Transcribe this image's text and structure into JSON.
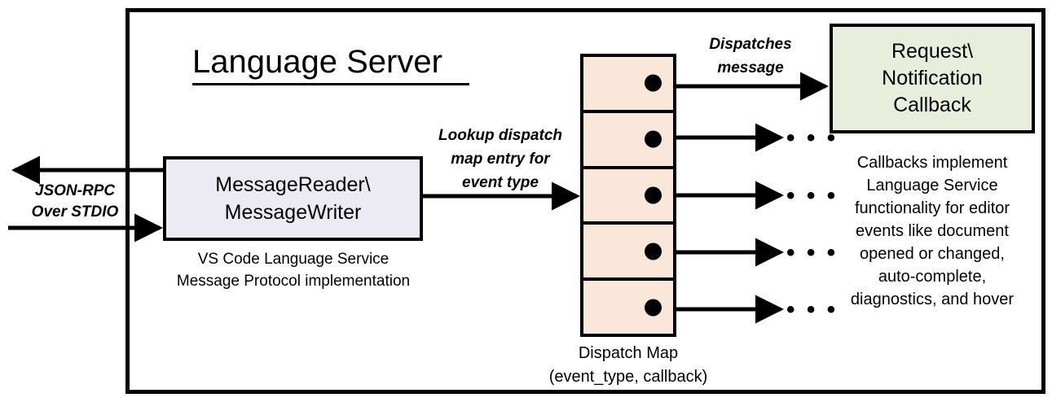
{
  "diagram": {
    "title": "Language Server",
    "outer_frame_name": "language-server-boundary"
  },
  "message_box": {
    "line1": "MessageReader\\",
    "line2": "MessageWriter",
    "caption_line1": "VS Code Language Service",
    "caption_line2": "Message Protocol implementation",
    "fill_color": "#ECEAF3"
  },
  "transport": {
    "label_line1": "JSON-RPC",
    "label_line2": "Over STDIO",
    "outbound_arrow": "arrow-out-to-client",
    "inbound_arrow": "arrow-in-from-client"
  },
  "lookup": {
    "label_line1": "Lookup dispatch",
    "label_line2": "map entry for",
    "label_line3": "event type"
  },
  "dispatch_map": {
    "caption_line1": "Dispatch Map",
    "caption_line2": "(event_type, callback)",
    "fill_color": "#FBE7DA",
    "rows": [
      {
        "index": 1,
        "dot": "callback-dot"
      },
      {
        "index": 2,
        "dot": "callback-dot"
      },
      {
        "index": 3,
        "dot": "callback-dot"
      },
      {
        "index": 4,
        "dot": "callback-dot"
      },
      {
        "index": 5,
        "dot": "callback-dot"
      }
    ]
  },
  "dispatch": {
    "label_line1": "Dispatches",
    "label_line2": "message"
  },
  "callback_box": {
    "line1": "Request\\",
    "line2": "Notification",
    "line3": "Callback",
    "fill_color": "#E9EEDC",
    "caption_line1": "Callbacks implement",
    "caption_line2": "Language Service",
    "caption_line3": "functionality for editor",
    "caption_line4": "events like document",
    "caption_line5": "opened or changed,",
    "caption_line6": "auto-complete,",
    "caption_line7": "diagnostics, and hover"
  },
  "ellipses": {
    "glyph": "•  •  •",
    "count": 4
  },
  "colors": {
    "stroke": "#000000",
    "background": "#FFFFFF"
  }
}
